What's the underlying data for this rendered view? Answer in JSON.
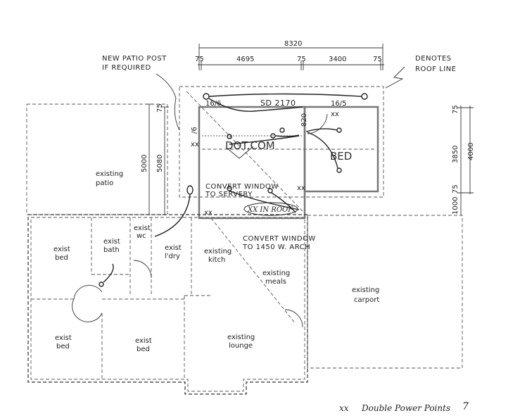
{
  "dimensions": {
    "overall_width": "8320",
    "segments": [
      "75",
      "4695",
      "75",
      "3400",
      "75"
    ],
    "left_height_a": "5000",
    "left_height_b": "5080",
    "left_top": "75",
    "right_top": "75",
    "right_mid": "3850",
    "right_bottom": "75",
    "right_lower": "1000",
    "right_total": "4000",
    "angle": "/6"
  },
  "notes": {
    "patio_post_line1": "NEW PATIO POST",
    "patio_post_line2": "IF REQUIRED",
    "roof_line1": "DENOTES",
    "roof_line2": "ROOF LINE",
    "sd": "SD 2170",
    "w_left": "16/6",
    "w_right": "16/5",
    "door_820": "820",
    "servery1": "CONVERT WINDOW",
    "servery2": "TO SERVERY",
    "arch1": "CONVERT WINDOW",
    "arch2": "TO 1450 W. ARCH",
    "in_roof": "XX IN ROOF"
  },
  "rooms": {
    "dotcom": "DOT.COM",
    "bed_new": "BED",
    "patio1": "existing",
    "patio2": "patio",
    "bed1a": "exist",
    "bed1b": "bed",
    "bath_a": "exist",
    "bath_b": "bath",
    "wc_a": "exist",
    "wc_b": "wc",
    "ldry_a": "exist",
    "ldry_b": "l'dry",
    "kitch_a": "existing",
    "kitch_b": "kitch",
    "meals_a": "existing",
    "meals_b": "meals",
    "carport_a": "existing",
    "carport_b": "carport",
    "bed2a": "exist",
    "bed2b": "bed",
    "bed3a": "exist",
    "bed3b": "bed",
    "lounge_a": "existing",
    "lounge_b": "lounge"
  },
  "legend": {
    "symbol": "xx",
    "label": "Double Power Points",
    "count": "7"
  }
}
